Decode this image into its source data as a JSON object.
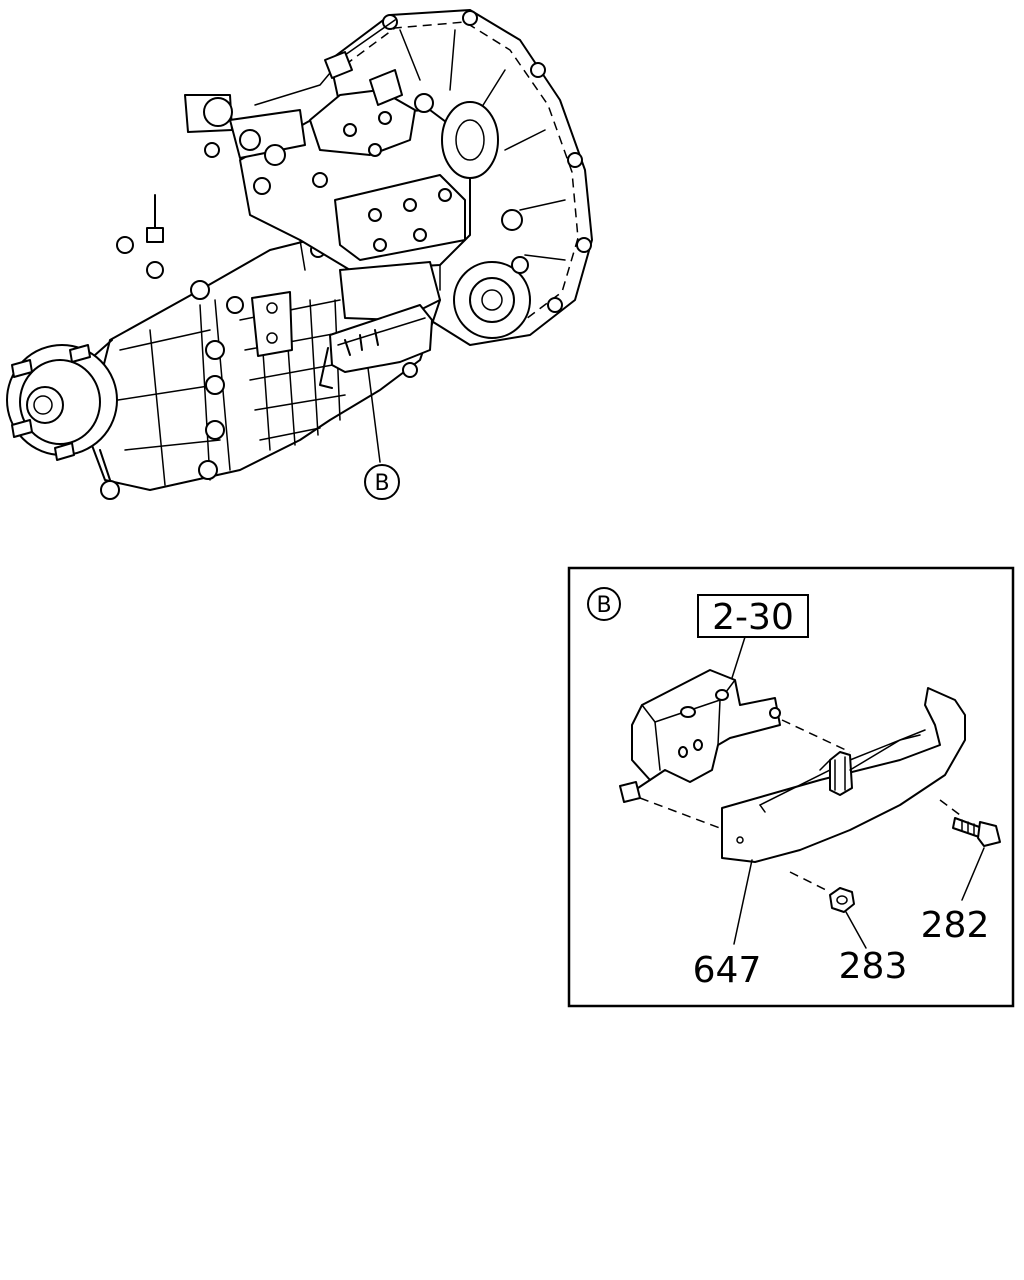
{
  "callout": {
    "main_letter": "B",
    "detail_letter": "B"
  },
  "detail": {
    "ref_box": "2-30",
    "parts": {
      "guard": "647",
      "nut": "283",
      "bolt": "282"
    }
  }
}
